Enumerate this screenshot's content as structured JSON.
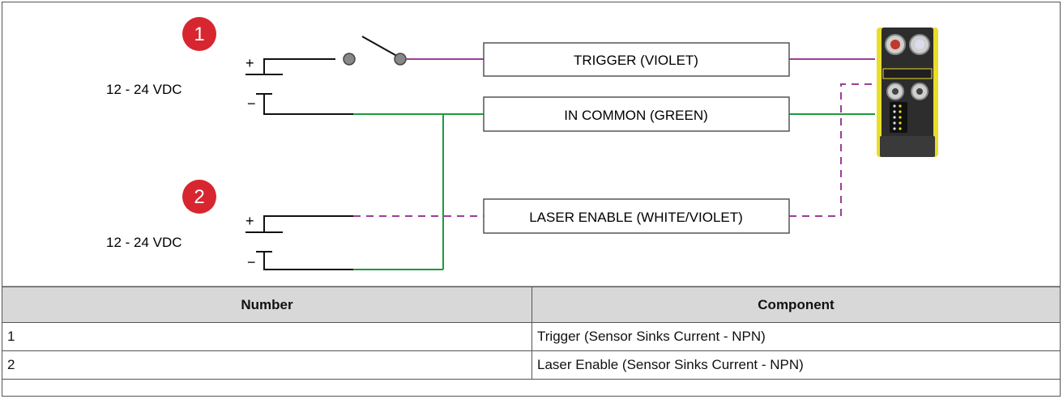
{
  "diagram": {
    "badge_1": "1",
    "badge_2": "2",
    "supply_1": "12 - 24 VDC",
    "supply_2": "12 - 24 VDC",
    "plus": "+",
    "minus": "−",
    "wire_trigger": "TRIGGER (VIOLET)",
    "wire_common": "IN COMMON (GREEN)",
    "wire_laser": "LASER ENABLE (WHITE/VIOLET)",
    "colors": {
      "violet": "#9b3e98",
      "green": "#1f9a3c",
      "badge": "#d7262f",
      "device_body": "#2d2d2d",
      "device_accent": "#e8de2a"
    }
  },
  "table": {
    "headers": [
      "Number",
      "Component"
    ],
    "rows": [
      [
        "1",
        "Trigger (Sensor Sinks Current - NPN)"
      ],
      [
        "2",
        "Laser Enable (Sensor Sinks Current - NPN)"
      ]
    ]
  }
}
